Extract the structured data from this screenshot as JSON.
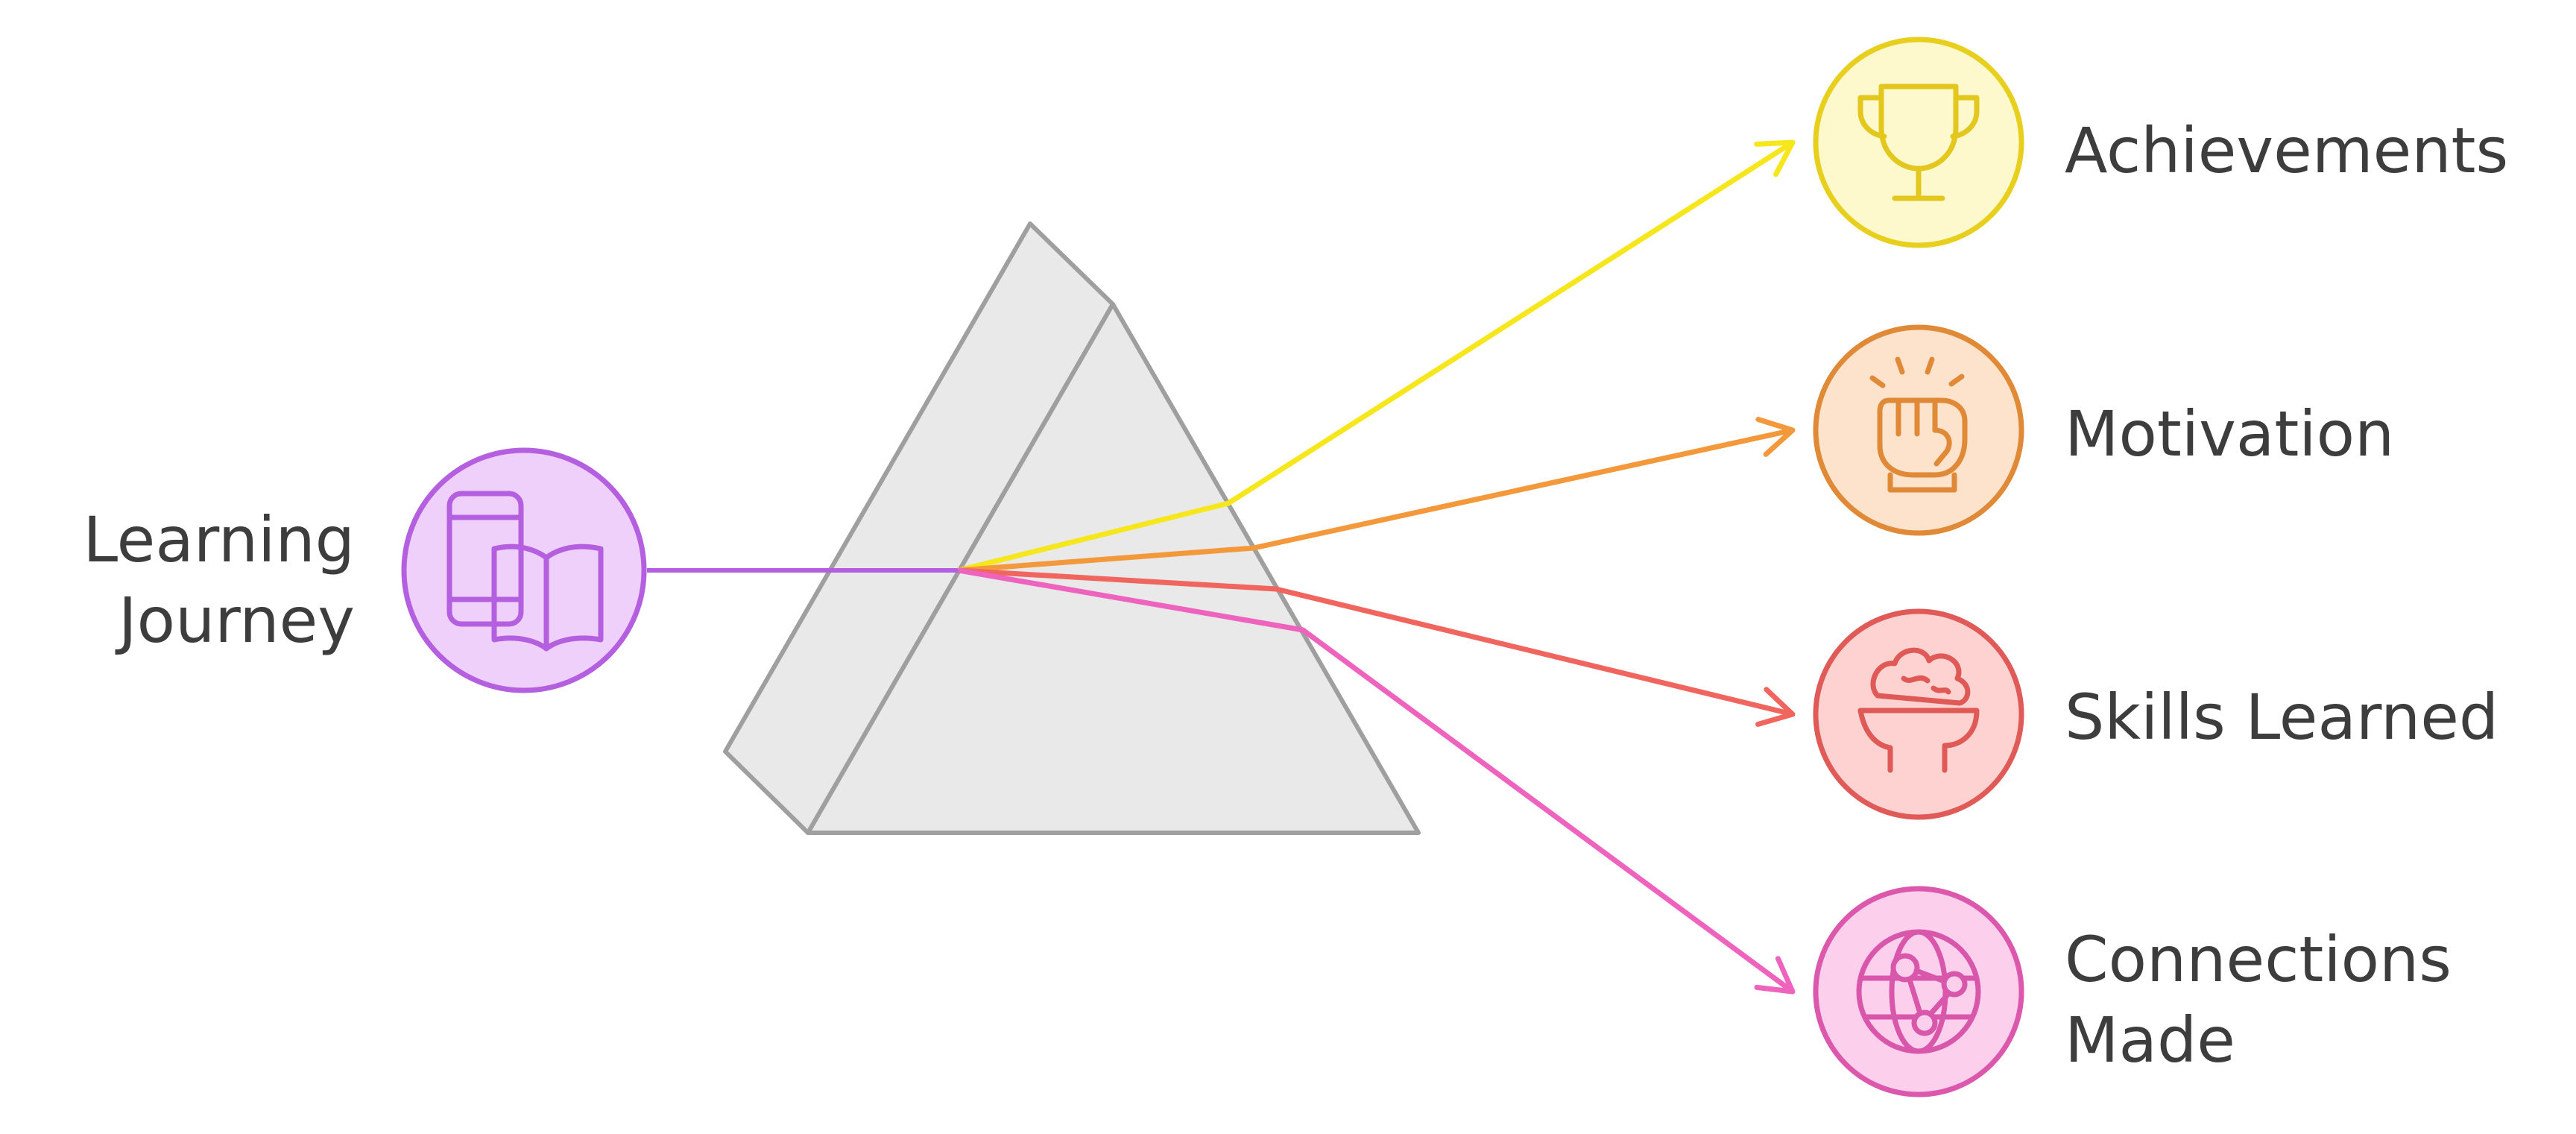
{
  "source": {
    "lines": [
      "Learning",
      "Journey"
    ],
    "icon": "book-tablet-icon",
    "color": "#b45fe0",
    "fill": "#efd0fa"
  },
  "prism": {
    "fill": "#e9e9e9",
    "stroke": "#9f9f9f"
  },
  "outputs": [
    {
      "lines": [
        "Achievements"
      ],
      "icon": "trophy-icon",
      "color": "#f6e61c",
      "ring": "#e8cf1d",
      "fill": "#fdf9cc",
      "iconColor": "#e4c71c"
    },
    {
      "lines": [
        "Motivation"
      ],
      "icon": "fist-icon",
      "color": "#f3993c",
      "ring": "#e08a38",
      "fill": "#fde3cb",
      "iconColor": "#e08a38"
    },
    {
      "lines": [
        "Skills Learned"
      ],
      "icon": "brain-head-icon",
      "color": "#f0665e",
      "ring": "#e05a57",
      "fill": "#fdd2d0",
      "iconColor": "#df5a56"
    },
    {
      "lines": [
        "Connections",
        "Made"
      ],
      "icon": "network-globe-icon",
      "color": "#ee63be",
      "ring": "#dc58ad",
      "fill": "#fcd0ec",
      "iconColor": "#d957ab"
    }
  ]
}
